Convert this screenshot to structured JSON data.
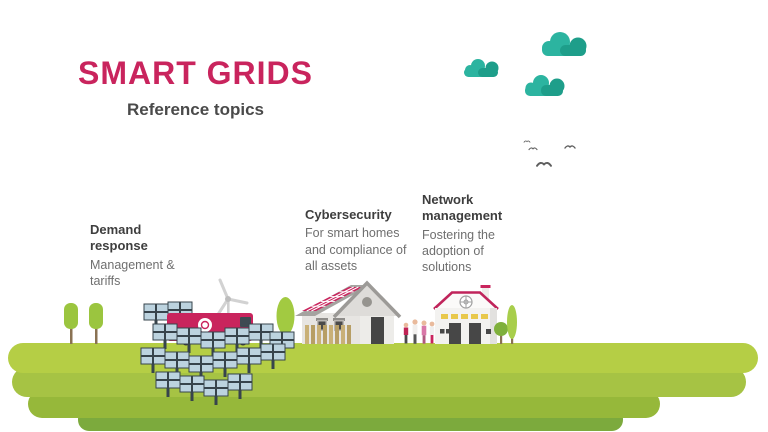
{
  "header": {
    "title": "SMART GRIDS",
    "subtitle": "Reference topics"
  },
  "topics": [
    {
      "id": "demand-response",
      "title": "Demand response",
      "description": "Management & tariffs"
    },
    {
      "id": "cybersecurity",
      "title": "Cybersecurity",
      "description": "For smart homes and compliance of all assets"
    },
    {
      "id": "network-management",
      "title": "Network management",
      "description": "Fostering the adoption of solutions"
    }
  ],
  "scene": {
    "elements": [
      "clouds",
      "birds",
      "wind-turbine",
      "solar-panel-field",
      "service-van",
      "smart-home-with-solar-roof",
      "community-building",
      "people-group",
      "trees",
      "rolling-hills"
    ]
  },
  "colors": {
    "accent_pink": "#C9245D",
    "heading_gray": "#3E3E3E",
    "body_gray": "#6F6F6F",
    "cloud_teal_light": "#2CB4A0",
    "cloud_teal_dark": "#1E9E8A",
    "hill_1": "#B5CE45",
    "hill_2": "#A6C344",
    "hill_3": "#96B83A",
    "hill_4": "#7CAA3D",
    "solar_panel_blue": "#BCD3DF",
    "solar_frame_dark": "#37444C"
  }
}
